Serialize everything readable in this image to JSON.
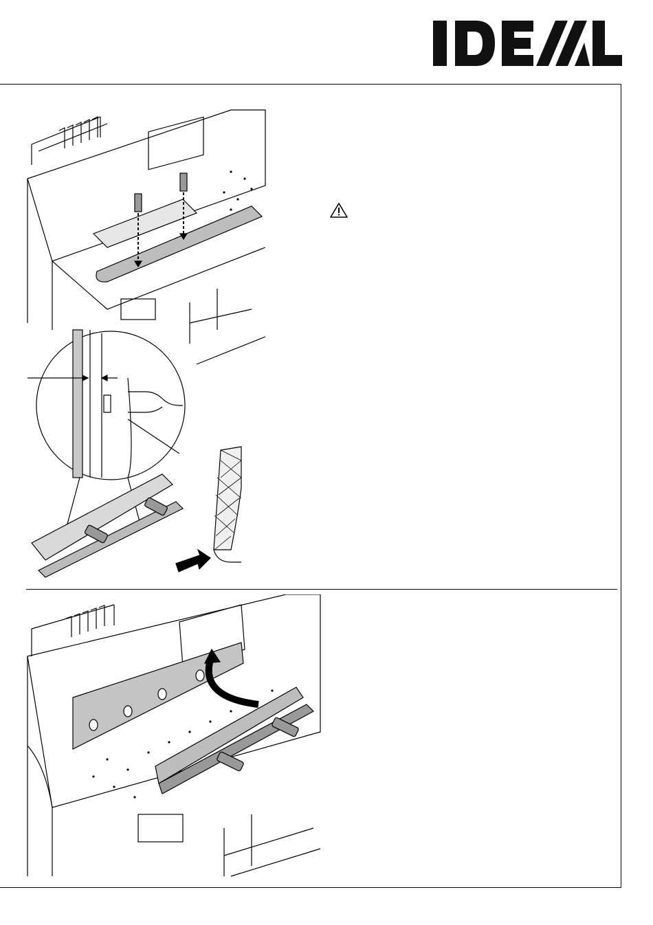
{
  "brand": {
    "logo_text": "IDEAL",
    "color": "#111111"
  },
  "top_section": {
    "warning_icon": "warning-triangle-icon"
  },
  "illustrations": {
    "top": "blade-change-top-illustration",
    "bottom": "blade-change-bottom-illustration"
  }
}
